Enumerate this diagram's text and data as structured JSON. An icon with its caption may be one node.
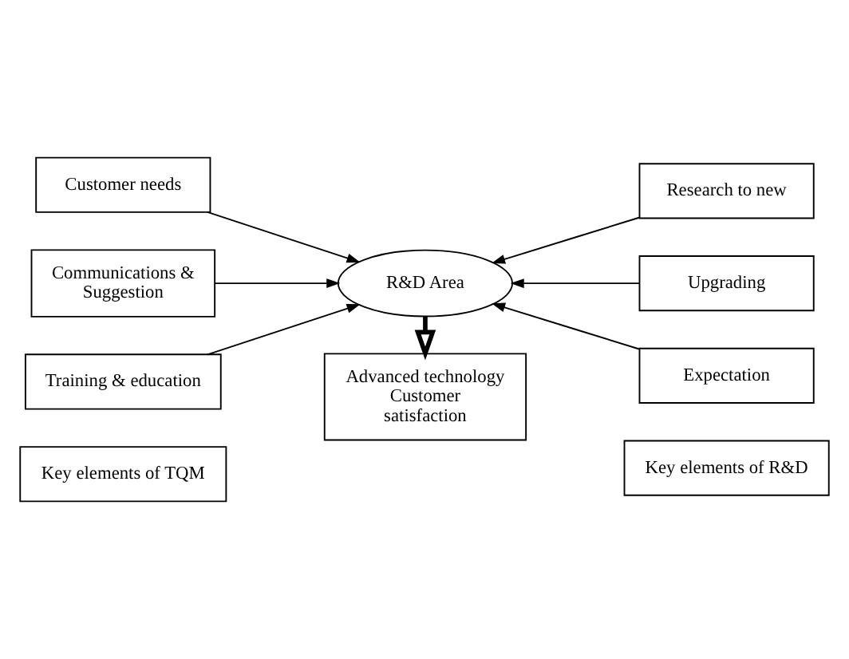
{
  "diagram": {
    "nodes": [
      {
        "text": [
          "Key elements of TQM"
        ]
      },
      {
        "text": [
          "Key elements of R&D"
        ]
      },
      {
        "text": [
          "Customer needs"
        ]
      },
      {
        "text": [
          "Research to new"
        ]
      },
      {
        "text": [
          "Communications & Suggestion"
        ]
      },
      {
        "text": [
          "R&D Area"
        ]
      },
      {
        "text": [
          "Upgrading"
        ]
      },
      {
        "text": [
          "Training & education"
        ]
      },
      {
        "text": [
          "Expectation"
        ]
      },
      {
        "text": [
          "Advanced technology Customer satisfaction"
        ]
      }
    ],
    "edges": [
      {
        "from": 2,
        "to": 5,
        "arrow": "to"
      },
      {
        "from": 3,
        "to": 5,
        "arrow": "to"
      },
      {
        "from": 4,
        "to": 5,
        "arrow": "to"
      },
      {
        "from": 6,
        "to": 5,
        "arrow": "to"
      },
      {
        "from": 7,
        "to": 5,
        "arrow": "to"
      },
      {
        "from": 8,
        "to": 5,
        "arrow": "to"
      },
      {
        "from": 5,
        "to": 9,
        "arrow": "to",
        "style": "thick"
      }
    ]
  }
}
